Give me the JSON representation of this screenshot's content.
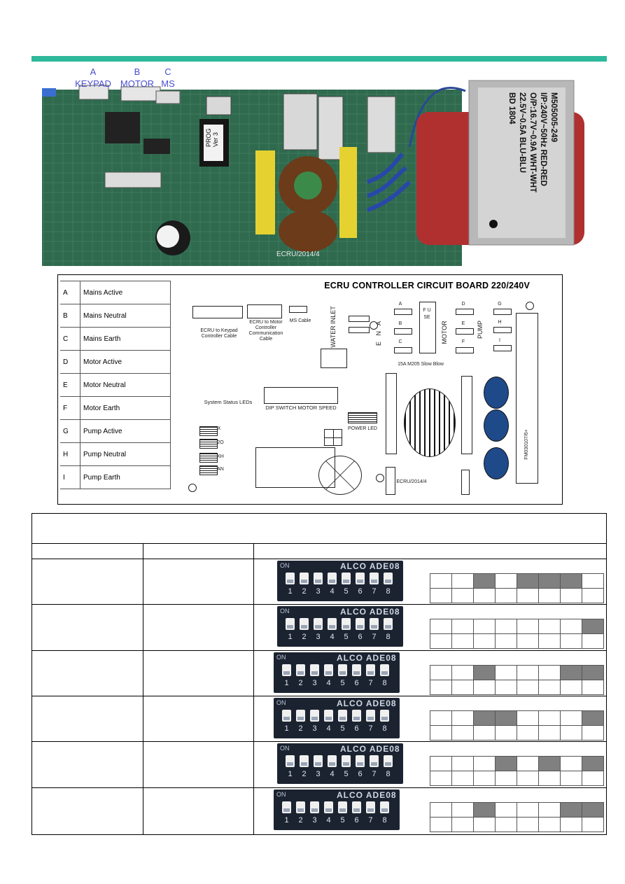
{
  "photo": {
    "connectors": [
      {
        "letter": "A",
        "name": "KEYPAD"
      },
      {
        "letter": "B",
        "name": "MOTOR"
      },
      {
        "letter": "C",
        "name": "MS"
      }
    ],
    "transformer_label": [
      "M505005-249",
      "I/P:240V~50Hz RED-RED",
      "O/P:16.7V~0.9A WHT-WHT",
      "22.5V~0.5A BLU-BLU",
      "BD 1804"
    ],
    "prog_label": [
      "PROG",
      "Ver 3"
    ],
    "board_text": "ECRU/2014/4"
  },
  "diagram": {
    "title": "ECRU CONTROLLER CIRCUIT BOARD 220/240V",
    "legend": [
      {
        "letter": "A",
        "text": "Mains Active"
      },
      {
        "letter": "B",
        "text": "Mains Neutral"
      },
      {
        "letter": "C",
        "text": "Mains Earth"
      },
      {
        "letter": "D",
        "text": "Motor Active"
      },
      {
        "letter": "E",
        "text": "Motor Neutral"
      },
      {
        "letter": "F",
        "text": "Motor Earth"
      },
      {
        "letter": "G",
        "text": "Pump Active"
      },
      {
        "letter": "H",
        "text": "Pump Neutral"
      },
      {
        "letter": "I",
        "text": "Pump Earth"
      }
    ],
    "labels": {
      "keypad_cable": "ECRU to Keypad Controller Cable",
      "motor_comm": "ECRU to Motor Controller Communication Cable",
      "ms_cable": "MS Cable",
      "water_inlet": "WATER INLET",
      "ena": "E N A",
      "motor": "MOTOR",
      "pump": "PUMP",
      "fuse": "F U SE",
      "fuse_rating": "15A M205 Slow Blow",
      "status_leds": "System Status LEDs",
      "dip_switch": "DIP SWITCH  MOTOR SPEED",
      "power_led": "POWER LED",
      "board_id": "ECRU/2014/4",
      "part_no": "FM030107/6+",
      "led_x": "X",
      "led_2o": "2O",
      "led_xh": "XH",
      "led_an": "AN",
      "term_a": "A",
      "term_b": "B",
      "term_c": "C",
      "term_d": "D",
      "term_e": "E",
      "term_f": "F",
      "term_g": "G",
      "term_h": "H",
      "term_i": "I"
    }
  },
  "dip_table": {
    "switch_on": "ON",
    "switch_brand": "ALCO ADE08",
    "switch_numbers": [
      "1",
      "2",
      "3",
      "4",
      "5",
      "6",
      "7",
      "8"
    ],
    "rows": [
      {
        "dark_top": [
          3,
          5,
          6,
          7
        ]
      },
      {
        "dark_top": [
          8
        ]
      },
      {
        "dark_top": [
          3,
          7,
          8
        ]
      },
      {
        "dark_top": [
          3,
          4,
          8
        ]
      },
      {
        "dark_top": [
          4,
          6,
          8
        ]
      },
      {
        "dark_top": [
          3,
          7,
          8
        ]
      }
    ]
  }
}
